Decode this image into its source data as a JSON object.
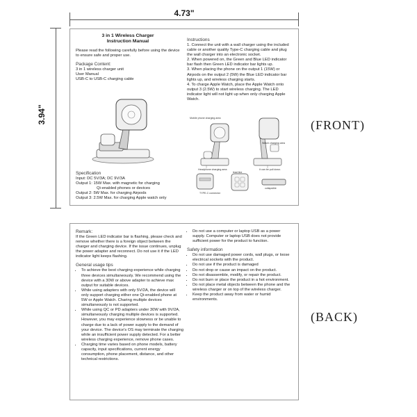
{
  "dimensions": {
    "width": "4.73\"",
    "height": "3.94\""
  },
  "labels": {
    "front": "(FRONT)",
    "back": "(BACK)"
  },
  "front": {
    "title_line1": "3 in 1 Wireless Charger",
    "title_line2": "Instruction Manual",
    "intro": "Please read the following carefully before using the device to ensure safe and proper use.",
    "package_heading": "Package Content:",
    "package_items": [
      "3 in 1 wireless charger unit",
      "User Manual",
      "USB-C to USB-C charging cable"
    ],
    "spec_heading": "Specification",
    "spec_input": "Input:  DC 5V/3A; DC 9V/3A",
    "spec_output1": "Output 1: 15W Max. with magnetic for charging",
    "spec_output1b": "Qi-enabled phones or devices",
    "spec_output2": "Output 2: 5W Max. for charging Airpods",
    "spec_output3": "Output 3: 2.5W Max. for charging Apple watch only",
    "instructions_heading": "Instructions",
    "instructions": [
      "1. Connect the unit with a wall charger using the included cable or another quality Type-C charging cable and plug the wall charger into an electronic socket.",
      "2. When powered on, the Green and Blue LED indicator bar flash then Green LED indicator bar lights up.",
      "3. When placing the phone on the output 1 (15W) or Airpods on the output 2 (5W) the Blue LED indicator bar lights up, and wireless charging starts.",
      "4. To charge Apple Watch, place the Apple Watch onto output 3 (2.5W) to start wireless charging. The LED indicator light will not light up when only charging Apple Watch."
    ],
    "illustration_labels": {
      "phone_area": "Mobile phone charging area",
      "watch_area": "Watch charging area",
      "headphone_area": "Headphone charging area",
      "lead_line": "lead line",
      "pull_down": "It can be pull down.",
      "typec": "TYPE-C connector",
      "collapsible": "collapsible"
    }
  },
  "back": {
    "remark_heading": "Remark:",
    "remark": "If the Green LED indicator bar is flashing, please check and remove whether there is a foreign object between the charger and charging device. If the issue continues, unplug the power adapter and reconnect. Do not use it if the LED indicator light keeps flashing.",
    "usage_heading": "General usage tips",
    "usage_tips": [
      "To achieve the best charging experience while charging three devices simultaneously. We recommend using the device with a 30W or above adapter to achieve max output for suitable devices.",
      "While using adapters with only 5V/2A, the device will only support charging either one Qi-enabled phone at 5W or Apple Watch. Charing multiple devices simultaneously is not supported.",
      "While using QC or PD adapters under 30W with 9V/2A, simultaneously charging multiple devices is supported. However, you may experience slowness or be unable to charge due to a lack of power supply to the demand of your device. The device's OS may terminate the charging while an insufficient power supply detected. For a better wireless charging experience, remove phone cases.",
      "Charging time varies based on phone models, battery capacity, input specifications, current energy consumption, phone placement, distance, and other technical restrictions."
    ],
    "usb_tip": "Do not use a computer or laptop USB as a power supply. Computer or laptop USB does not provide sufficient power for the product to function.",
    "safety_heading": "Safety information",
    "safety": [
      "Do not use damaged power cords, wall plugs, or loose electrical sockets with the product.",
      "Do not use if the product is damaged",
      "Do not drop or cause an impact on the product.",
      "Do not disassemble, modify, or repair the product.",
      "Do not burn or place the product in a hot environment.",
      "Do not place metal objects between the phone and the wireless charger or on top of the wireless charger.",
      "Keep the product away from water or humid environments."
    ]
  }
}
